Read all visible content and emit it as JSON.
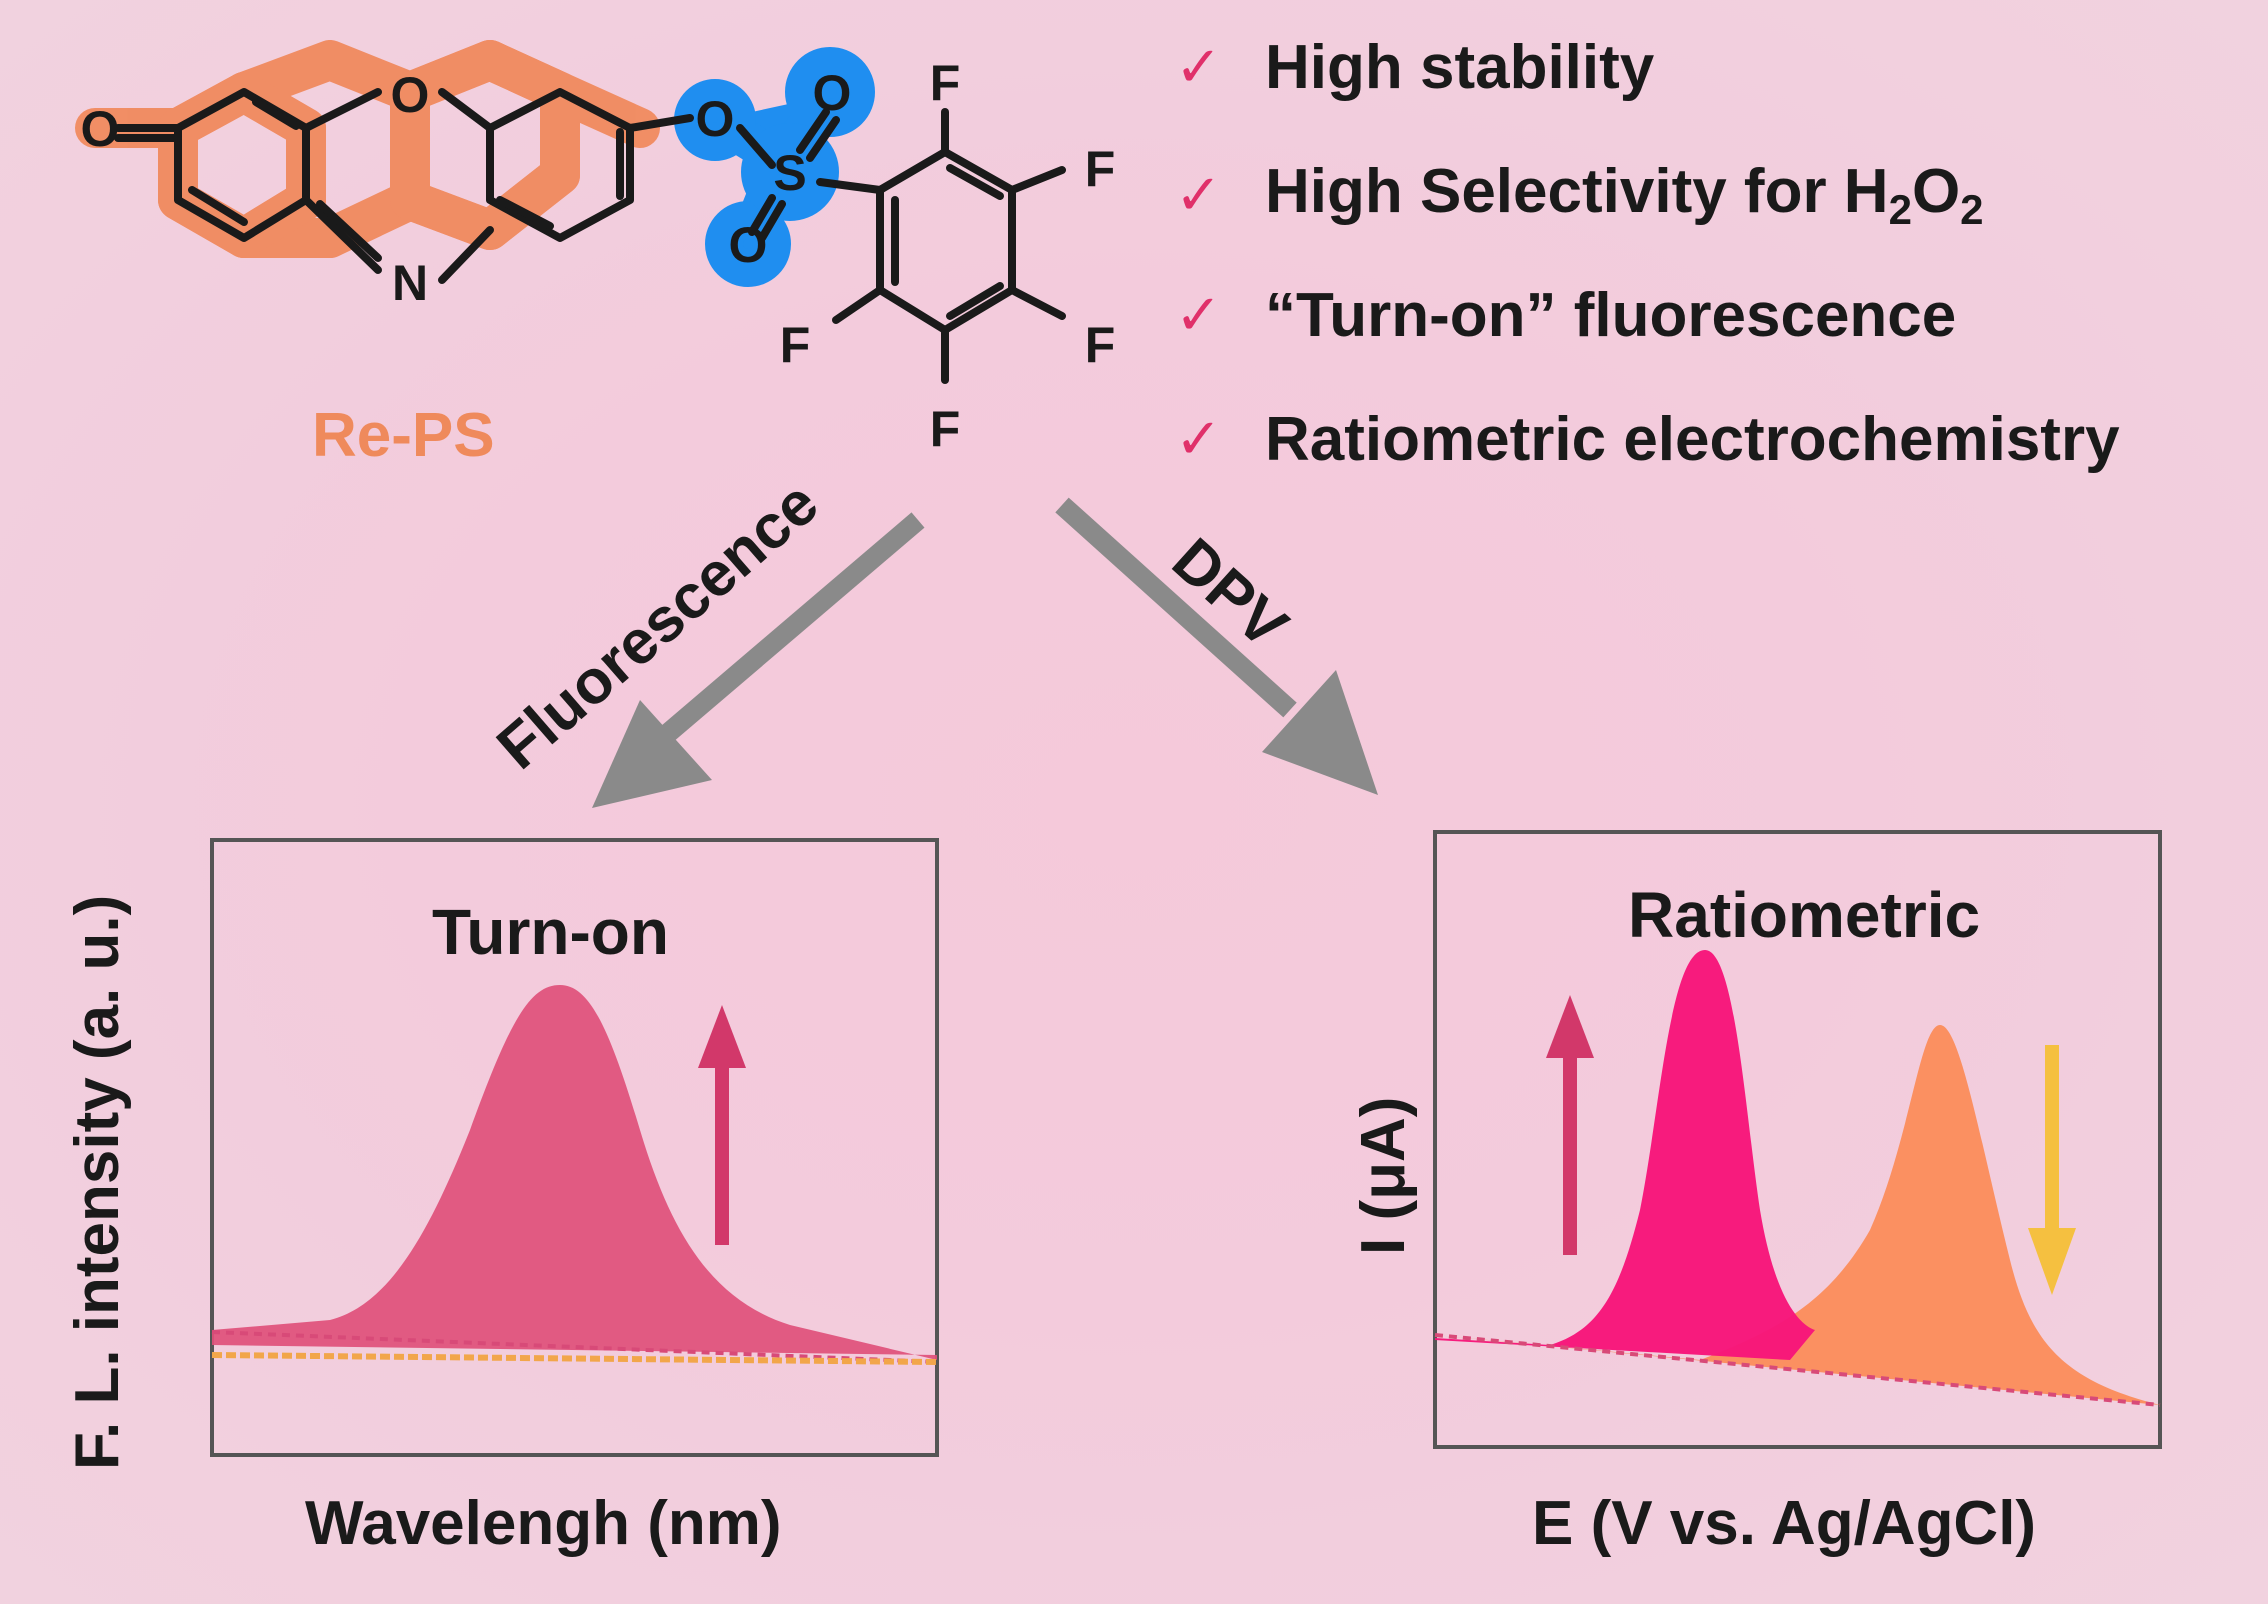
{
  "molecule": {
    "name": "Re-PS",
    "atoms": [
      "O",
      "O",
      "N",
      "O",
      "S",
      "O",
      "O",
      "F",
      "F",
      "F",
      "F",
      "F"
    ],
    "highlight_colors": {
      "resorufin": "#f08a5e",
      "sulfonate": "#1f8ef0"
    }
  },
  "features": [
    {
      "check": "✓",
      "text": "High stability"
    },
    {
      "check": "✓",
      "text_before": "High Selectivity for H",
      "sub1": "2",
      "mid": "O",
      "sub2": "2"
    },
    {
      "check": "✓",
      "text": "“Turn-on” fluorescence"
    },
    {
      "check": "✓",
      "text": "Ratiometric electrochemistry"
    }
  ],
  "arrows": {
    "left_label": "Fluorescence",
    "right_label": "DPV",
    "color": "#8a8a8a"
  },
  "left_panel": {
    "title": "Turn-on",
    "xlabel": "Wavelengh (nm)",
    "ylabel": "F. L. intensity (a. u.)",
    "peak_color": "#e0507a",
    "baseline_color": "#f2a64a",
    "arrow_color": "#d2386a"
  },
  "right_panel": {
    "title": "Ratiometric",
    "xlabel": "E (V vs. Ag/AgCl)",
    "ylabel": "I (μA)",
    "peak1_color": "#f7157a",
    "peak2_color": "#fb8c5a",
    "up_arrow_color": "#d2386a",
    "down_arrow_color": "#f5c040"
  }
}
